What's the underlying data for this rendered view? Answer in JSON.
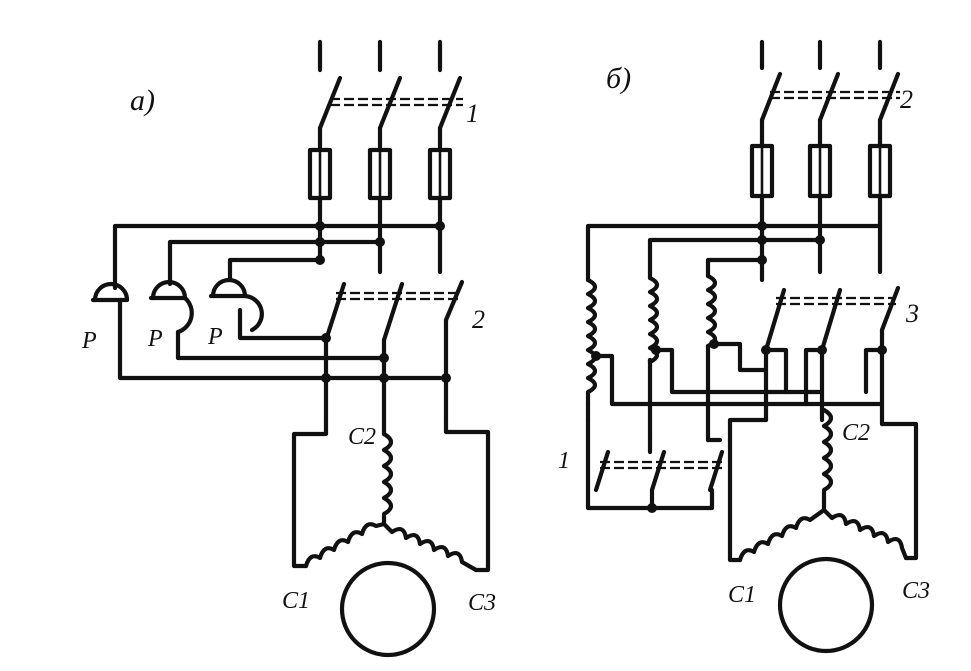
{
  "diagram_a": {
    "label": "а)",
    "switch_upper": "1",
    "switch_lower": "2",
    "relay_labels": [
      "P",
      "P",
      "P"
    ],
    "motor_leads": {
      "c1": "C1",
      "c2": "C2",
      "c3": "C3"
    }
  },
  "diagram_b": {
    "label": "б)",
    "switch_upper": "2",
    "switch_lower": "3",
    "switch_aux": "1",
    "motor_leads": {
      "c1": "C1",
      "c2": "C2",
      "c3": "C3"
    }
  }
}
